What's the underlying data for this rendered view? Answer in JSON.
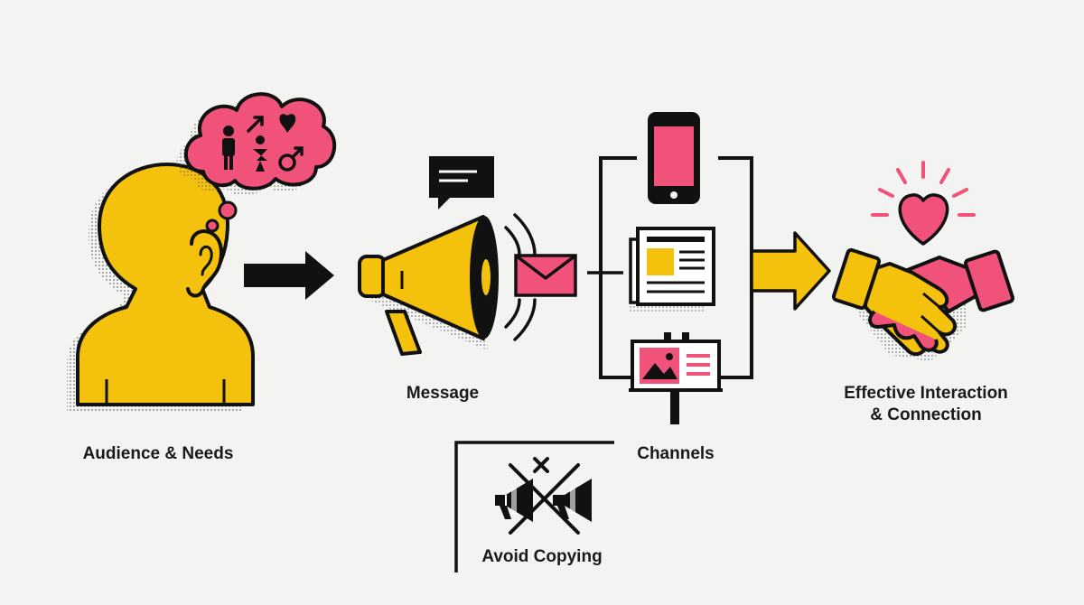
{
  "labels": {
    "audience": "Audience & Needs",
    "message": "Message",
    "channels": "Channels",
    "outcome_line1": "Effective Interaction",
    "outcome_line2": "& Connection",
    "avoid": "Avoid Copying"
  },
  "colors": {
    "accent_yellow": "#f4c20d",
    "accent_pink": "#f0527a",
    "ink": "#111111",
    "background": "#f3f3f2"
  },
  "icons": [
    "person-icon",
    "ear-icon",
    "thought-bubble-icon",
    "arrow-right-icon",
    "chat-bubble-icon",
    "megaphone-icon",
    "envelope-icon",
    "smartphone-icon",
    "newspaper-icon",
    "billboard-icon",
    "heart-icon",
    "handshake-icon",
    "crossed-megaphones-icon"
  ]
}
